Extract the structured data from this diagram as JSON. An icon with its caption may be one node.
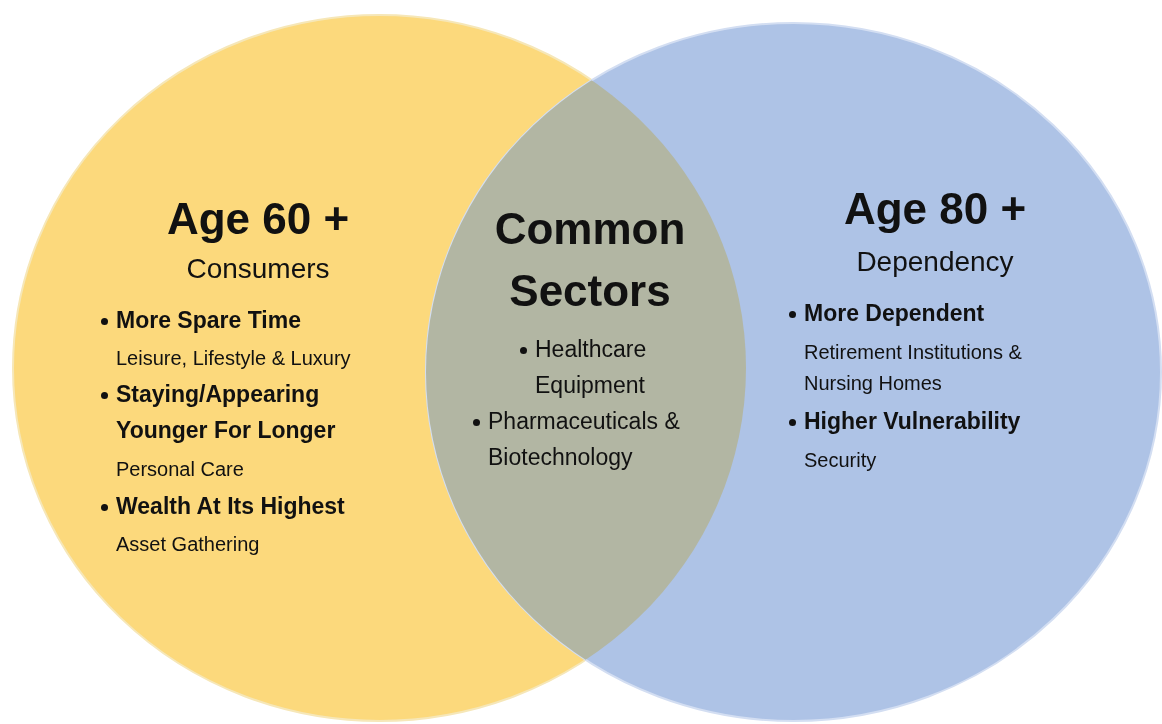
{
  "diagram": {
    "nodes": [
      {
        "text": [
          "Age 60 +",
          "Consumers",
          "More Spare Time",
          "Leisure, Lifestyle & Luxury",
          "Staying/Appearing Younger For Longer",
          "Personal Care",
          "Wealth At Its Highest",
          "Asset Gathering"
        ]
      },
      {
        "text": [
          "Common Sectors",
          "Healthcare Equipment",
          "Pharmaceuticals & Biotechnology"
        ]
      },
      {
        "text": [
          "Age 80 +",
          "Dependency",
          "More Dependent",
          "Retirement Institutions & Nursing Homes",
          "Higher Vulnerability",
          "Security"
        ]
      }
    ],
    "edges": []
  }
}
